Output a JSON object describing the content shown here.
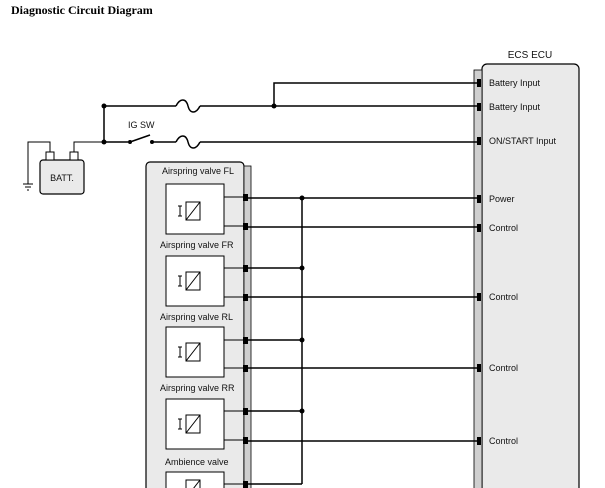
{
  "title": "Diagnostic Circuit Diagram",
  "ecu": {
    "name": "ECS ECU",
    "pins": [
      "Battery Input",
      "Battery Input",
      "ON/START Input",
      "Power",
      "Control",
      "Control",
      "Control",
      "Control"
    ]
  },
  "ig_sw": "IG SW",
  "battery": "BATT.",
  "valves": [
    "Airspring valve FL",
    "Airspring valve FR",
    "Airspring valve RL",
    "Airspring valve RR",
    "Ambience valve"
  ]
}
